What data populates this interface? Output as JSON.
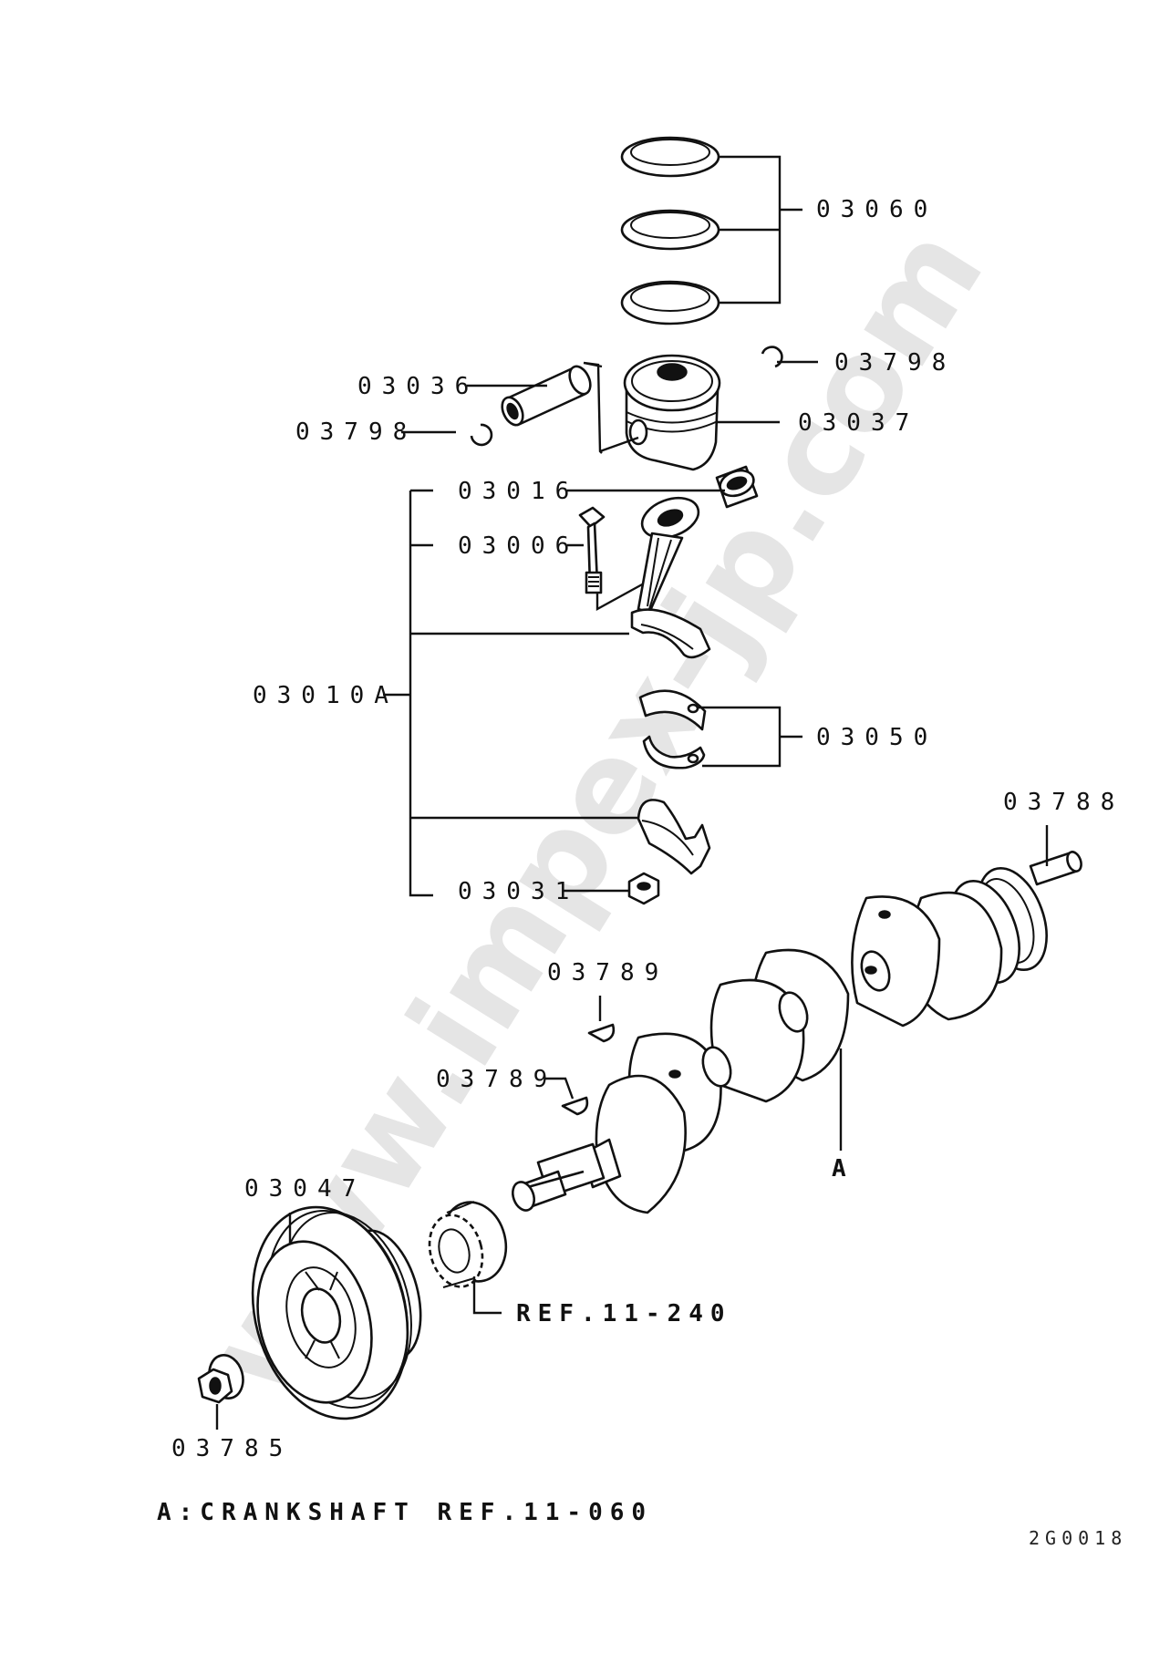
{
  "labels": {
    "p03060": "03060",
    "p03798_right": "03798",
    "p03036": "03036",
    "p03037": "03037",
    "p03798_left": "03798",
    "p03016": "03016",
    "p03006": "03006",
    "p03010A": "03010A",
    "p03050": "03050",
    "p03788": "03788",
    "p03031": "03031",
    "p03789_upper": "03789",
    "p03789_lower": "03789",
    "crank_ref_letter": "A",
    "p03047": "03047",
    "ref_11_240": "REF.11-240",
    "p03785": "03785"
  },
  "footnote": "A:CRANKSHAFT REF.11-060",
  "figure_code": "2G0018",
  "watermark": "www.impex-jp.com"
}
